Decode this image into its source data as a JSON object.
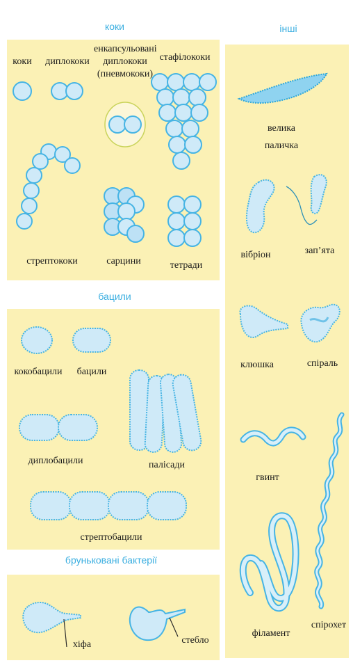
{
  "sections": {
    "cocci": "коки",
    "bacilli": "бацили",
    "budding": "бруньковані бактерії",
    "others": "інші"
  },
  "labels": {
    "cocci": "коки",
    "diplococci": "диплококи",
    "encapsulated_1": "енкапсульовані",
    "encapsulated_2": "диплококи",
    "encapsulated_3": "(пневмококи)",
    "staphylococci": "стафілококи",
    "streptococci": "стрептококи",
    "sarcina": "сарцини",
    "tetrads": "тетради",
    "coccobacilli": "кокобацили",
    "bacilli": "бацили",
    "diplobacilli": "диплобацили",
    "palisades": "палісади",
    "streptobacilli": "стрептобацили",
    "hypha": "хіфа",
    "stalk": "стебло",
    "large_rod_1": "велика",
    "large_rod_2": "паличка",
    "vibrio": "вібріон",
    "comma": "зап’ята",
    "club": "клюшка",
    "spiral": "спіраль",
    "screw": "гвинт",
    "filament": "філамент",
    "spirochete": "спірохет"
  },
  "colors": {
    "panel": "#fbf1b5",
    "heading": "#3aaee0",
    "cell_fill": "#cfeaf8",
    "cell_stroke": "#46b4e4"
  }
}
